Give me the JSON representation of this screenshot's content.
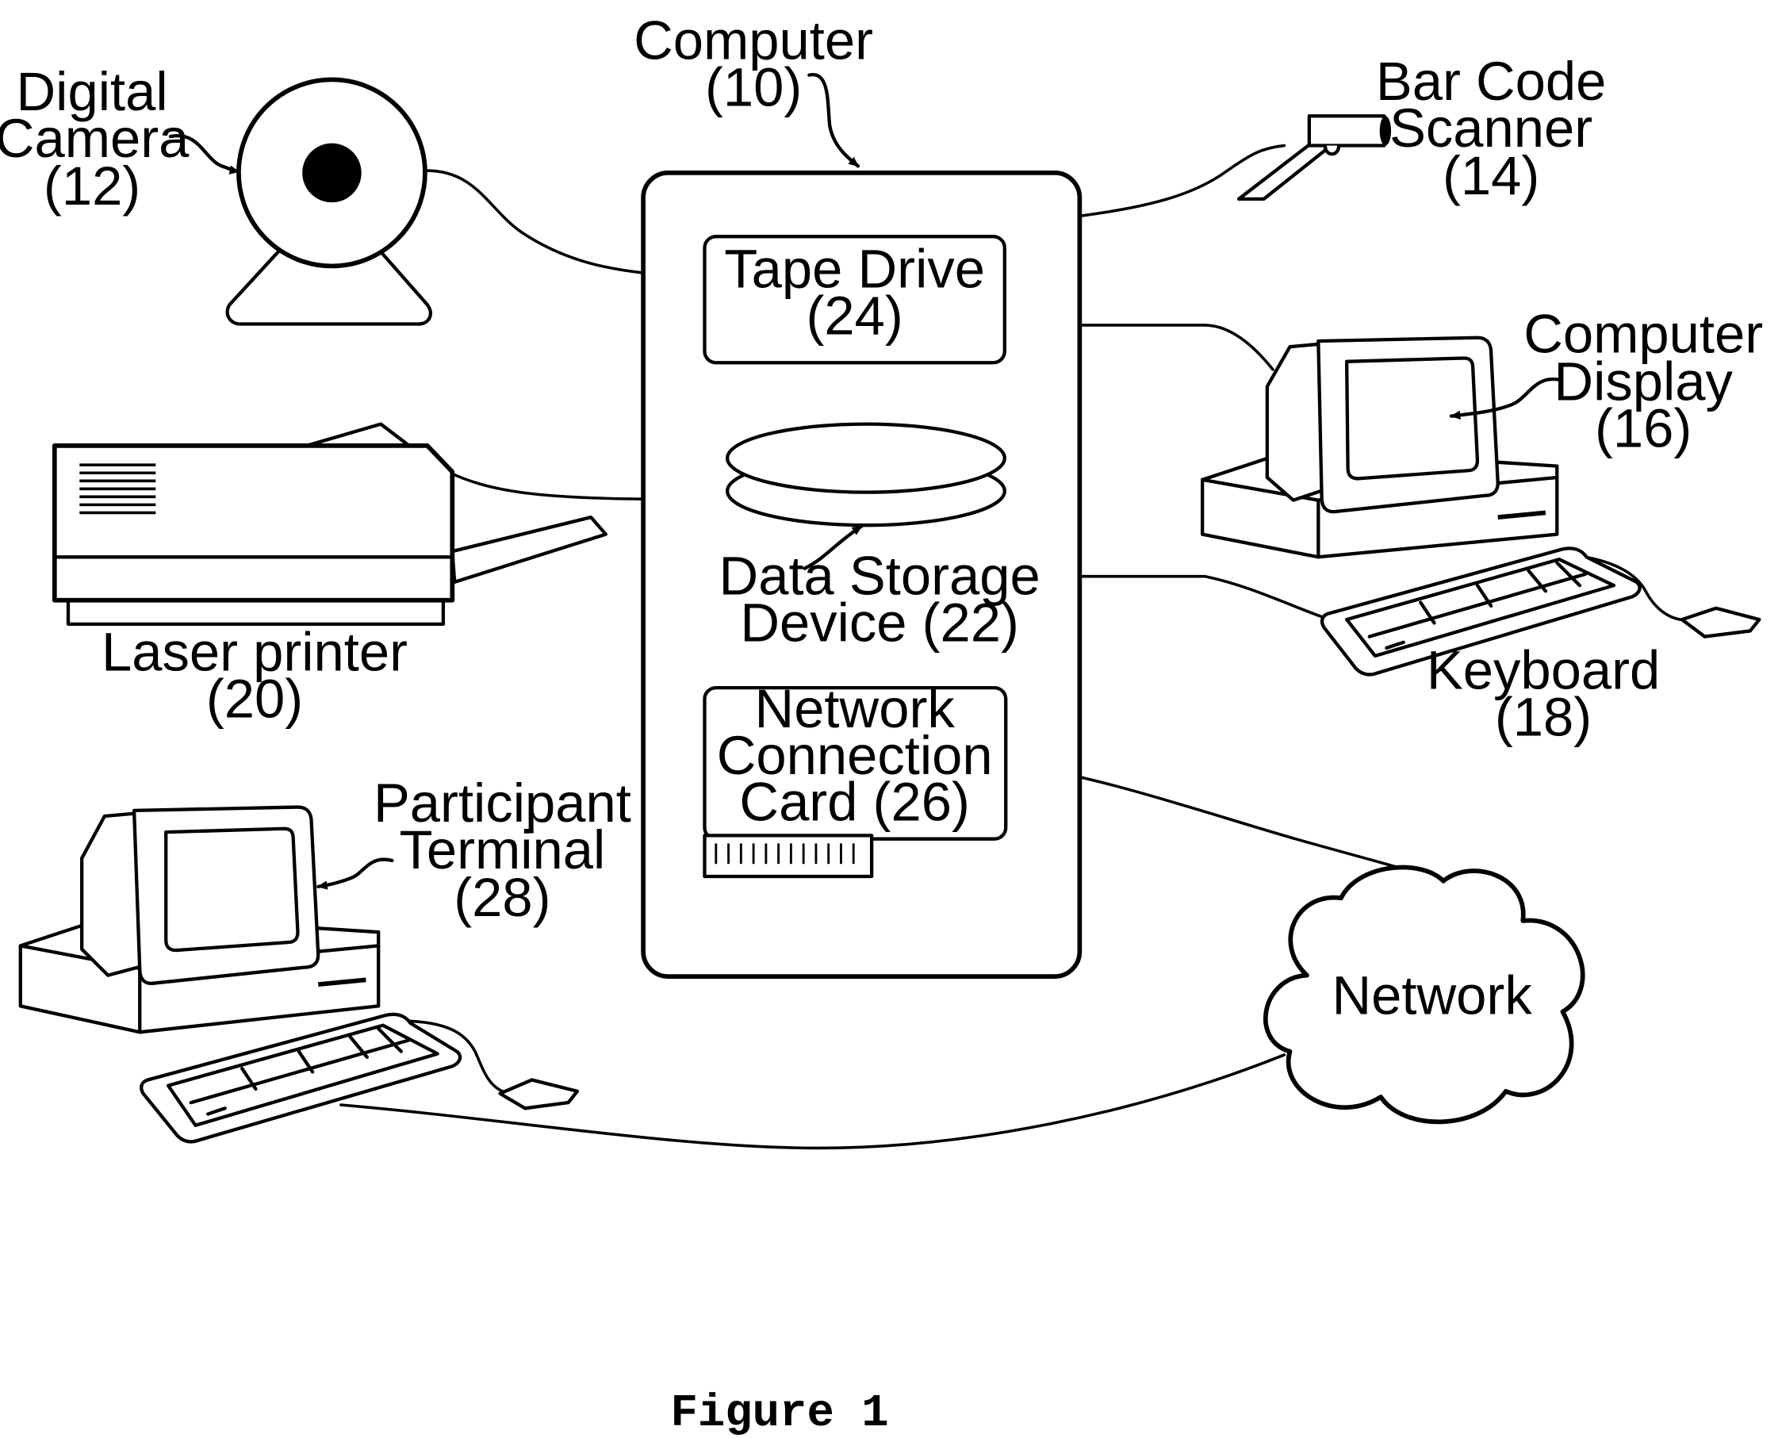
{
  "nodes": {
    "computer": {
      "line1": "Computer",
      "line2": "(10)"
    },
    "digital_camera": {
      "line1": "Digital",
      "line2": "Camera",
      "line3": "(12)"
    },
    "bar_code_scanner": {
      "line1": "Bar Code",
      "line2": "Scanner",
      "line3": "(14)"
    },
    "computer_display": {
      "line1": "Computer",
      "line2": "Display",
      "line3": "(16)"
    },
    "keyboard": {
      "line1": "Keyboard",
      "line2": "(18)"
    },
    "laser_printer": {
      "line1": "Laser printer",
      "line2": "(20)"
    },
    "data_storage": {
      "line1": "Data Storage",
      "line2": "Device (22)"
    },
    "tape_drive": {
      "line1": "Tape Drive",
      "line2": "(24)"
    },
    "network_card": {
      "line1": "Network",
      "line2": "Connection",
      "line3": "Card (26)"
    },
    "participant_terminal": {
      "line1": "Participant",
      "line2": "Terminal",
      "line3": "(28)"
    },
    "network": {
      "label": "Network"
    }
  },
  "caption": "Figure 1",
  "edges": [
    {
      "from": "digital_camera",
      "to": "computer"
    },
    {
      "from": "bar_code_scanner",
      "to": "computer"
    },
    {
      "from": "computer_display",
      "to": "computer"
    },
    {
      "from": "keyboard",
      "to": "computer"
    },
    {
      "from": "laser_printer",
      "to": "computer"
    },
    {
      "from": "network_card",
      "to": "network"
    },
    {
      "from": "participant_terminal",
      "to": "network"
    }
  ]
}
